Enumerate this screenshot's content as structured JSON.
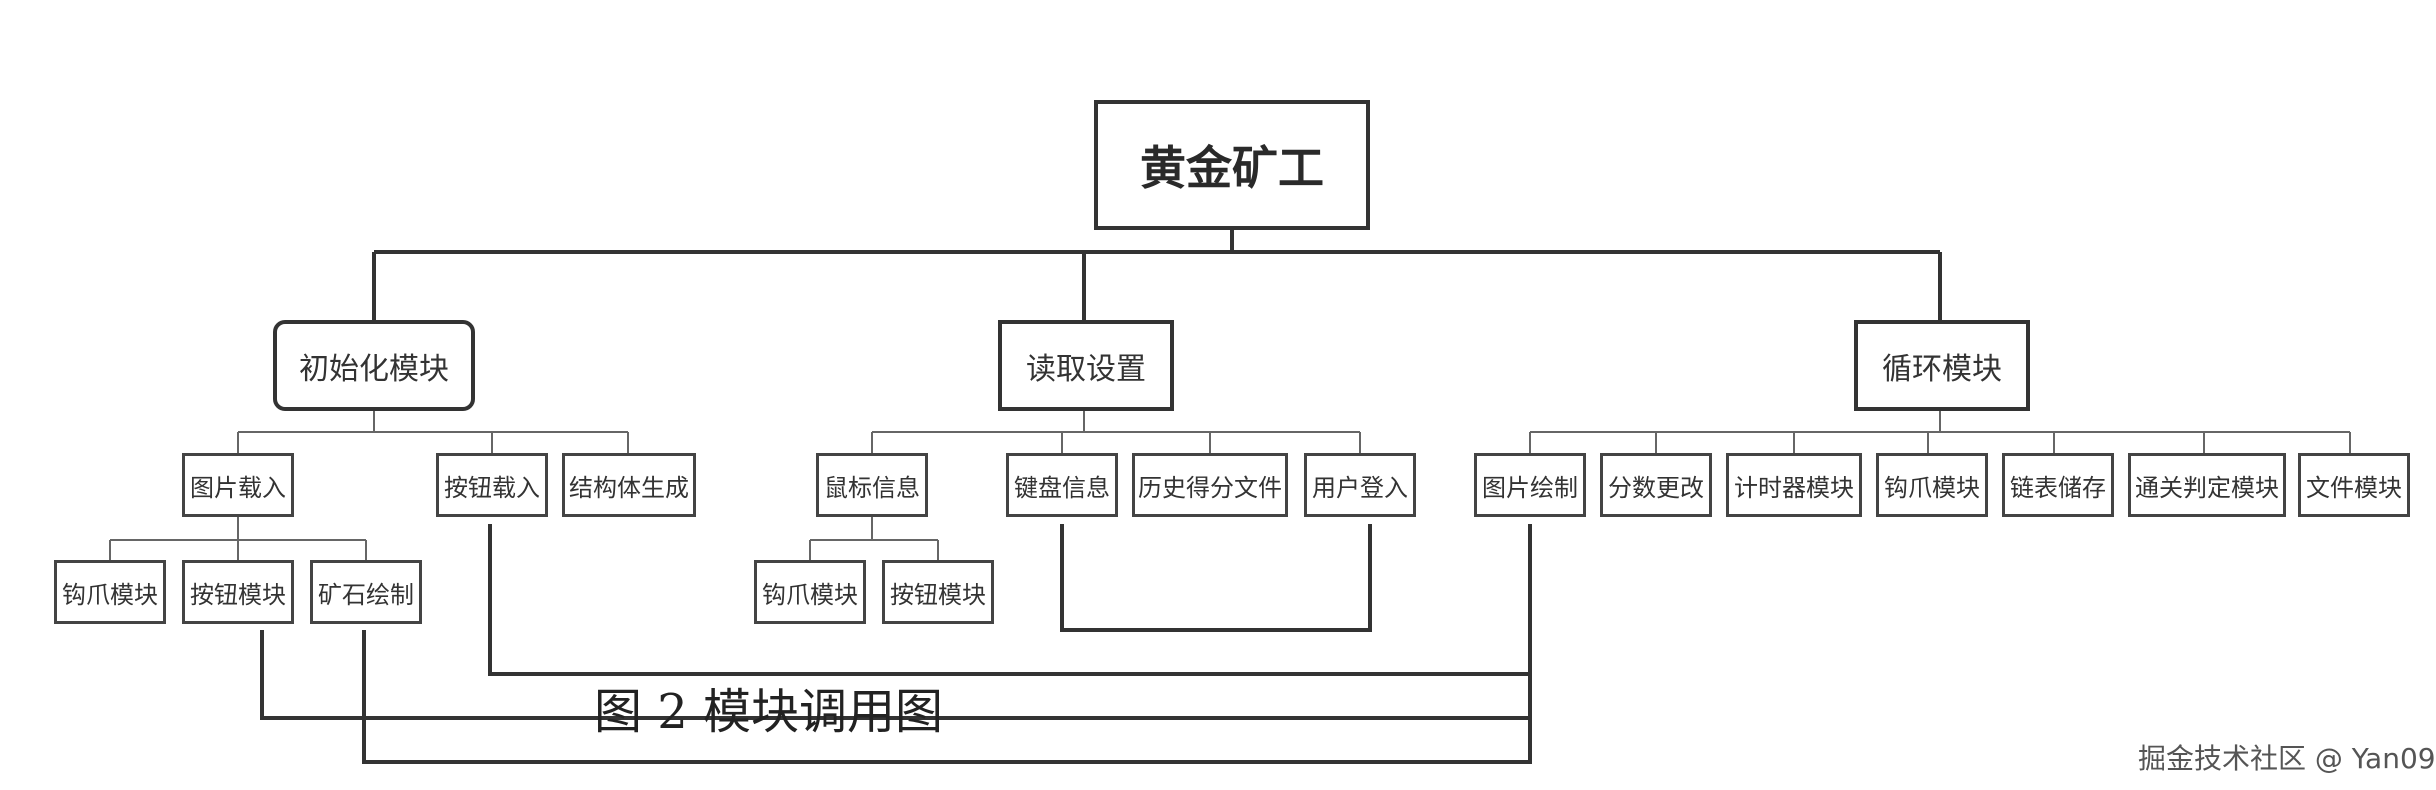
{
  "root": {
    "label": "黄金矿工"
  },
  "modules": {
    "init": {
      "label": "初始化模块",
      "children": {
        "image_load": {
          "label": "图片载入",
          "children": {
            "claw": "钩爪模块",
            "button": "按钮模块",
            "ore_draw": "矿石绘制"
          }
        },
        "button_load": "按钮载入",
        "struct_gen": "结构体生成"
      }
    },
    "settings": {
      "label": "读取设置",
      "children": {
        "mouse": {
          "label": "鼠标信息",
          "children": {
            "claw": "钩爪模块",
            "button": "按钮模块"
          }
        },
        "keyboard": "键盘信息",
        "history": "历史得分文件",
        "login": "用户登入"
      }
    },
    "loop": {
      "label": "循环模块",
      "children": {
        "image_draw": "图片绘制",
        "score": "分数更改",
        "timer": "计时器模块",
        "claw": "钩爪模块",
        "list": "链表储存",
        "level": "通关判定模块",
        "file": "文件模块"
      }
    }
  },
  "caption": "图 2  模块调用图",
  "watermark": "掘金技术社区 @ Yan09"
}
